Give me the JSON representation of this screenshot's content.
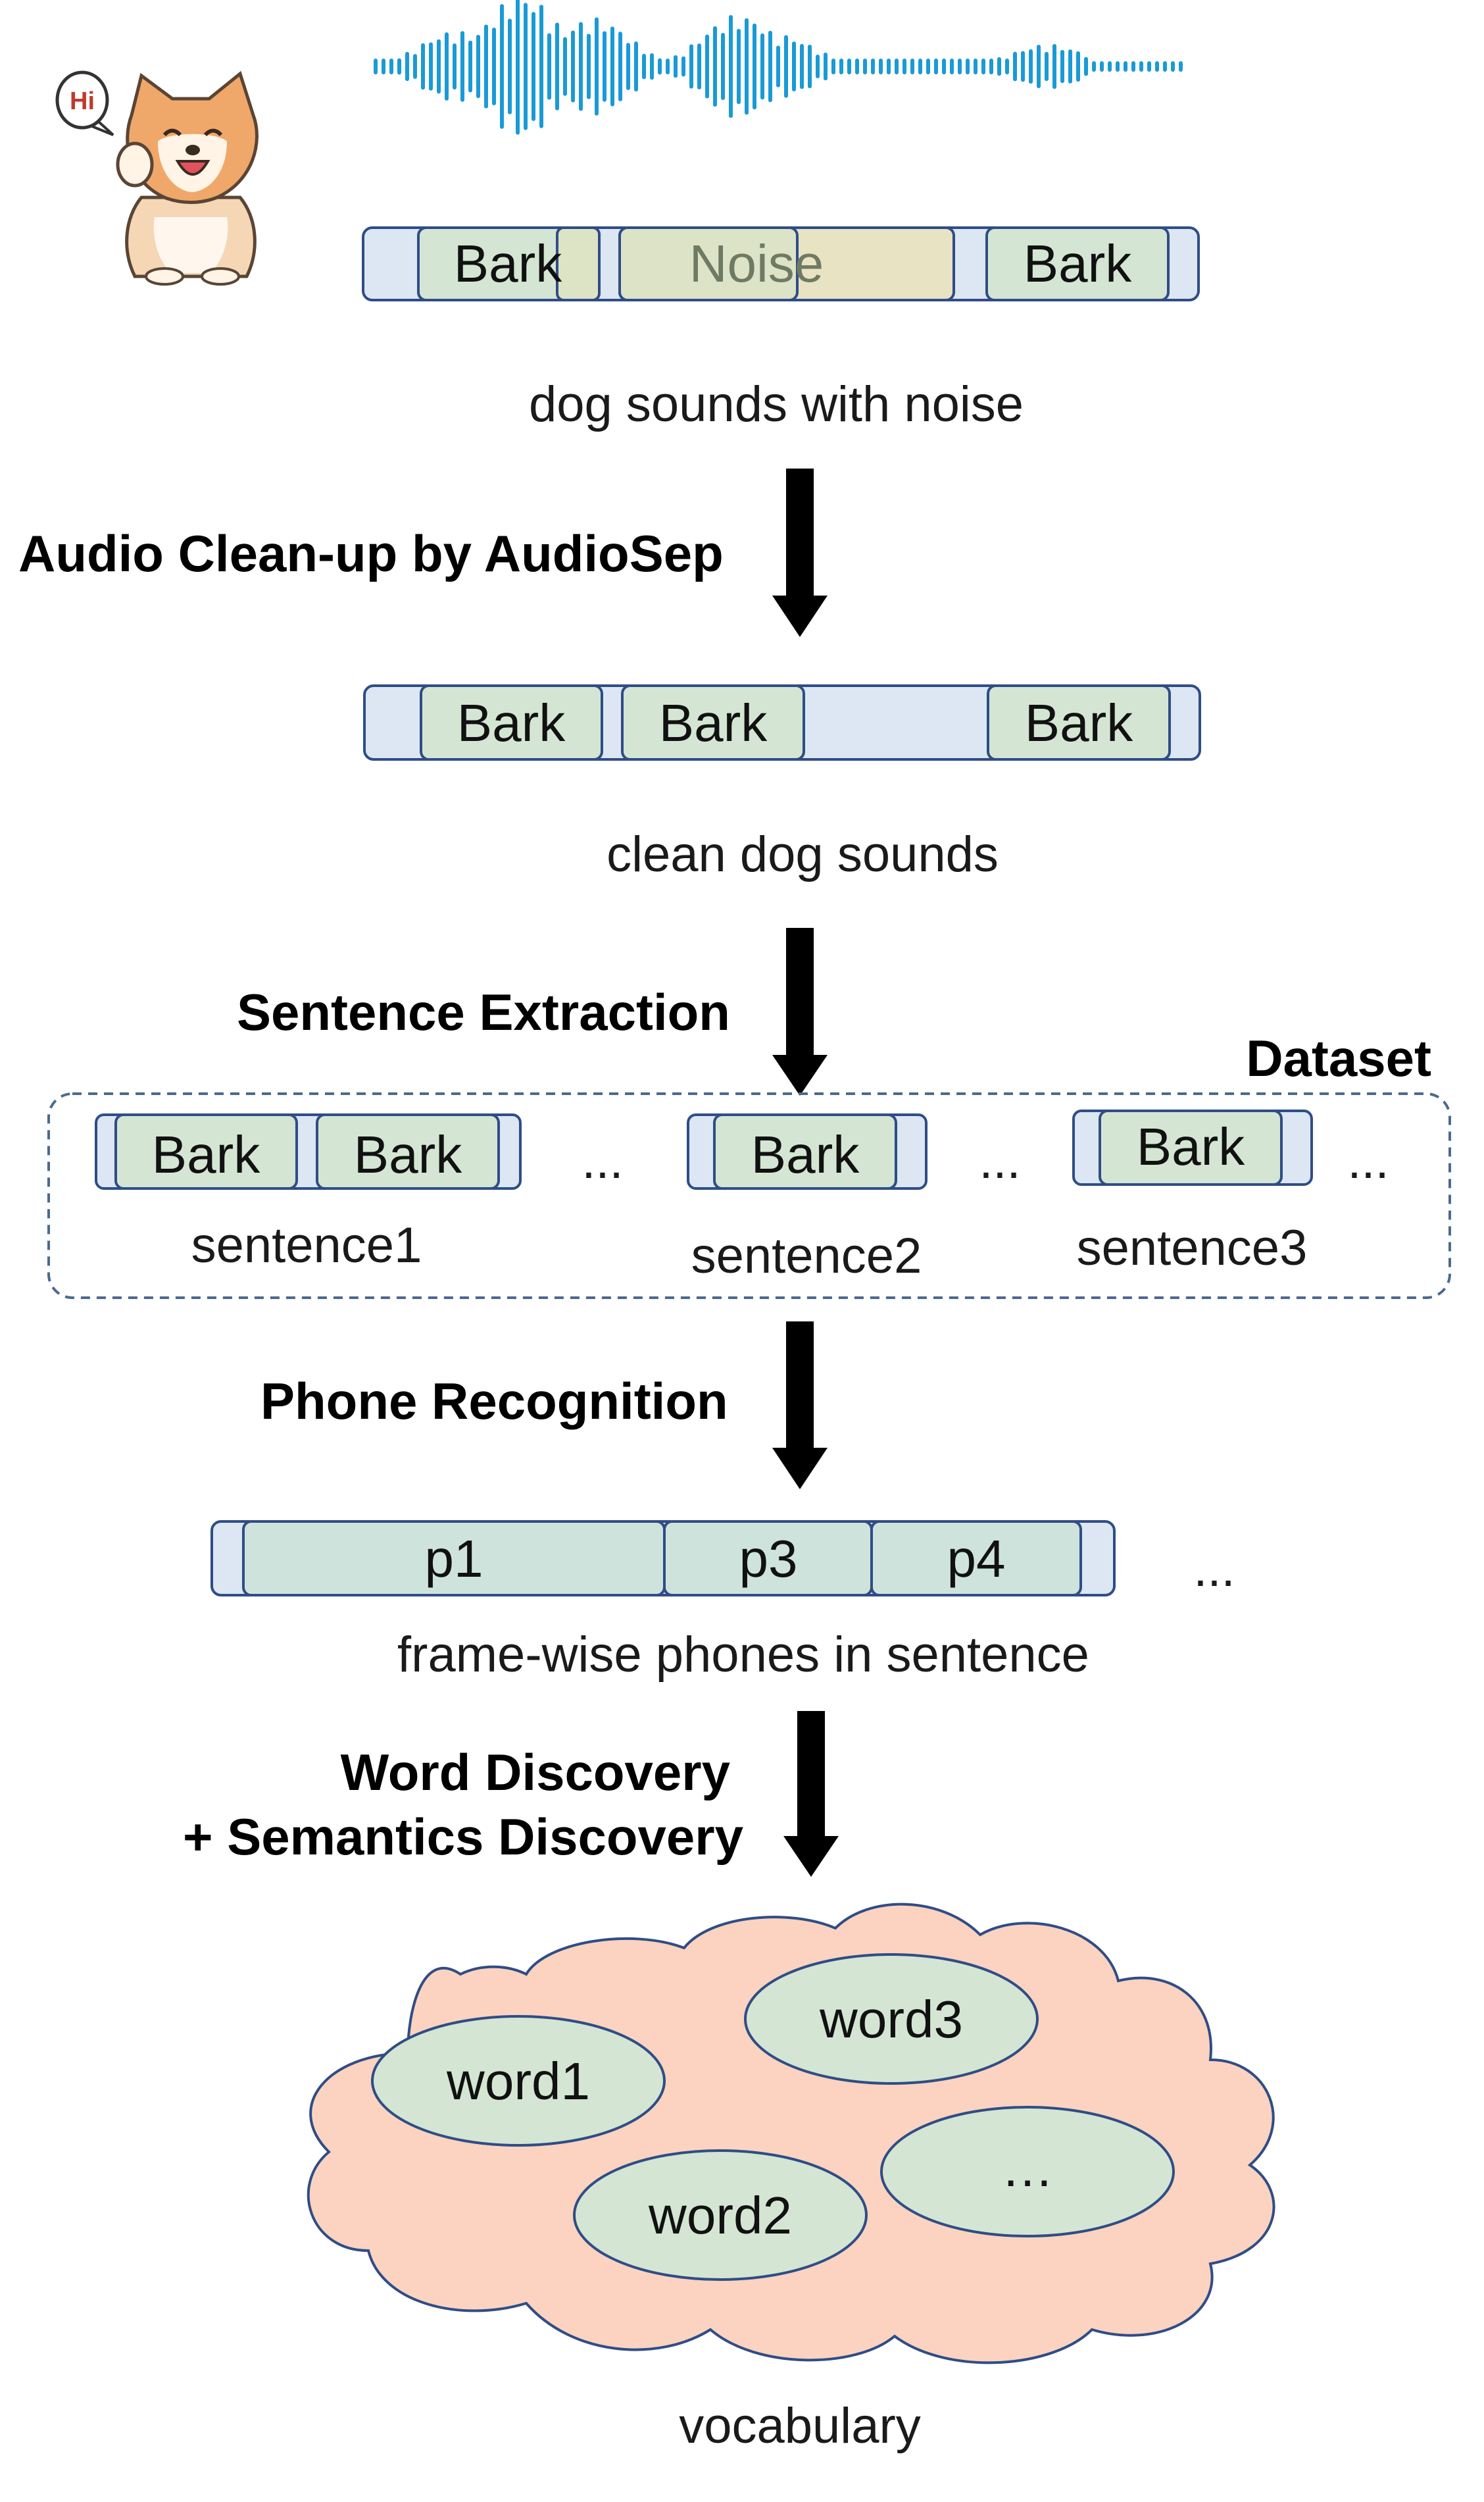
{
  "mascot": {
    "speech": "Hi"
  },
  "colors": {
    "track_fill": "#dce7f3",
    "track_stroke": "#2f4d86",
    "segment_fill": "#d4e6d3",
    "noise_fill": "#e8e3c2",
    "waveform": "#1a9ad6",
    "cloud_fill": "#fbd3c0",
    "ellipse_fill": "#d4e6d3",
    "arrow": "#000000"
  },
  "noisy": {
    "segments": [
      "Bark",
      "Noise",
      "Bark"
    ],
    "caption": "dog sounds with noise"
  },
  "step1": {
    "label": "Audio Clean-up by AudioSep"
  },
  "clean": {
    "segments": [
      "Bark",
      "Bark",
      "Bark"
    ],
    "caption": "clean dog sounds"
  },
  "step2": {
    "label": "Sentence Extraction"
  },
  "dataset": {
    "title": "Dataset",
    "sentences": [
      {
        "name": "sentence1",
        "segments": [
          "Bark",
          "Bark"
        ]
      },
      {
        "name": "sentence2",
        "segments": [
          "Bark"
        ]
      },
      {
        "name": "sentence3",
        "segments": [
          "Bark"
        ]
      }
    ],
    "ellipsis": "..."
  },
  "step3": {
    "label": "Phone Recognition"
  },
  "phones": {
    "segments": [
      "p1",
      "p3",
      "p4"
    ],
    "ellipsis": "...",
    "caption": "frame-wise phones in sentence"
  },
  "step4": {
    "line1": "Word Discovery",
    "line2": "+ Semantics Discovery"
  },
  "vocabulary": {
    "words": [
      "word1",
      "word3",
      "word2",
      "…"
    ],
    "caption": "vocabulary"
  }
}
